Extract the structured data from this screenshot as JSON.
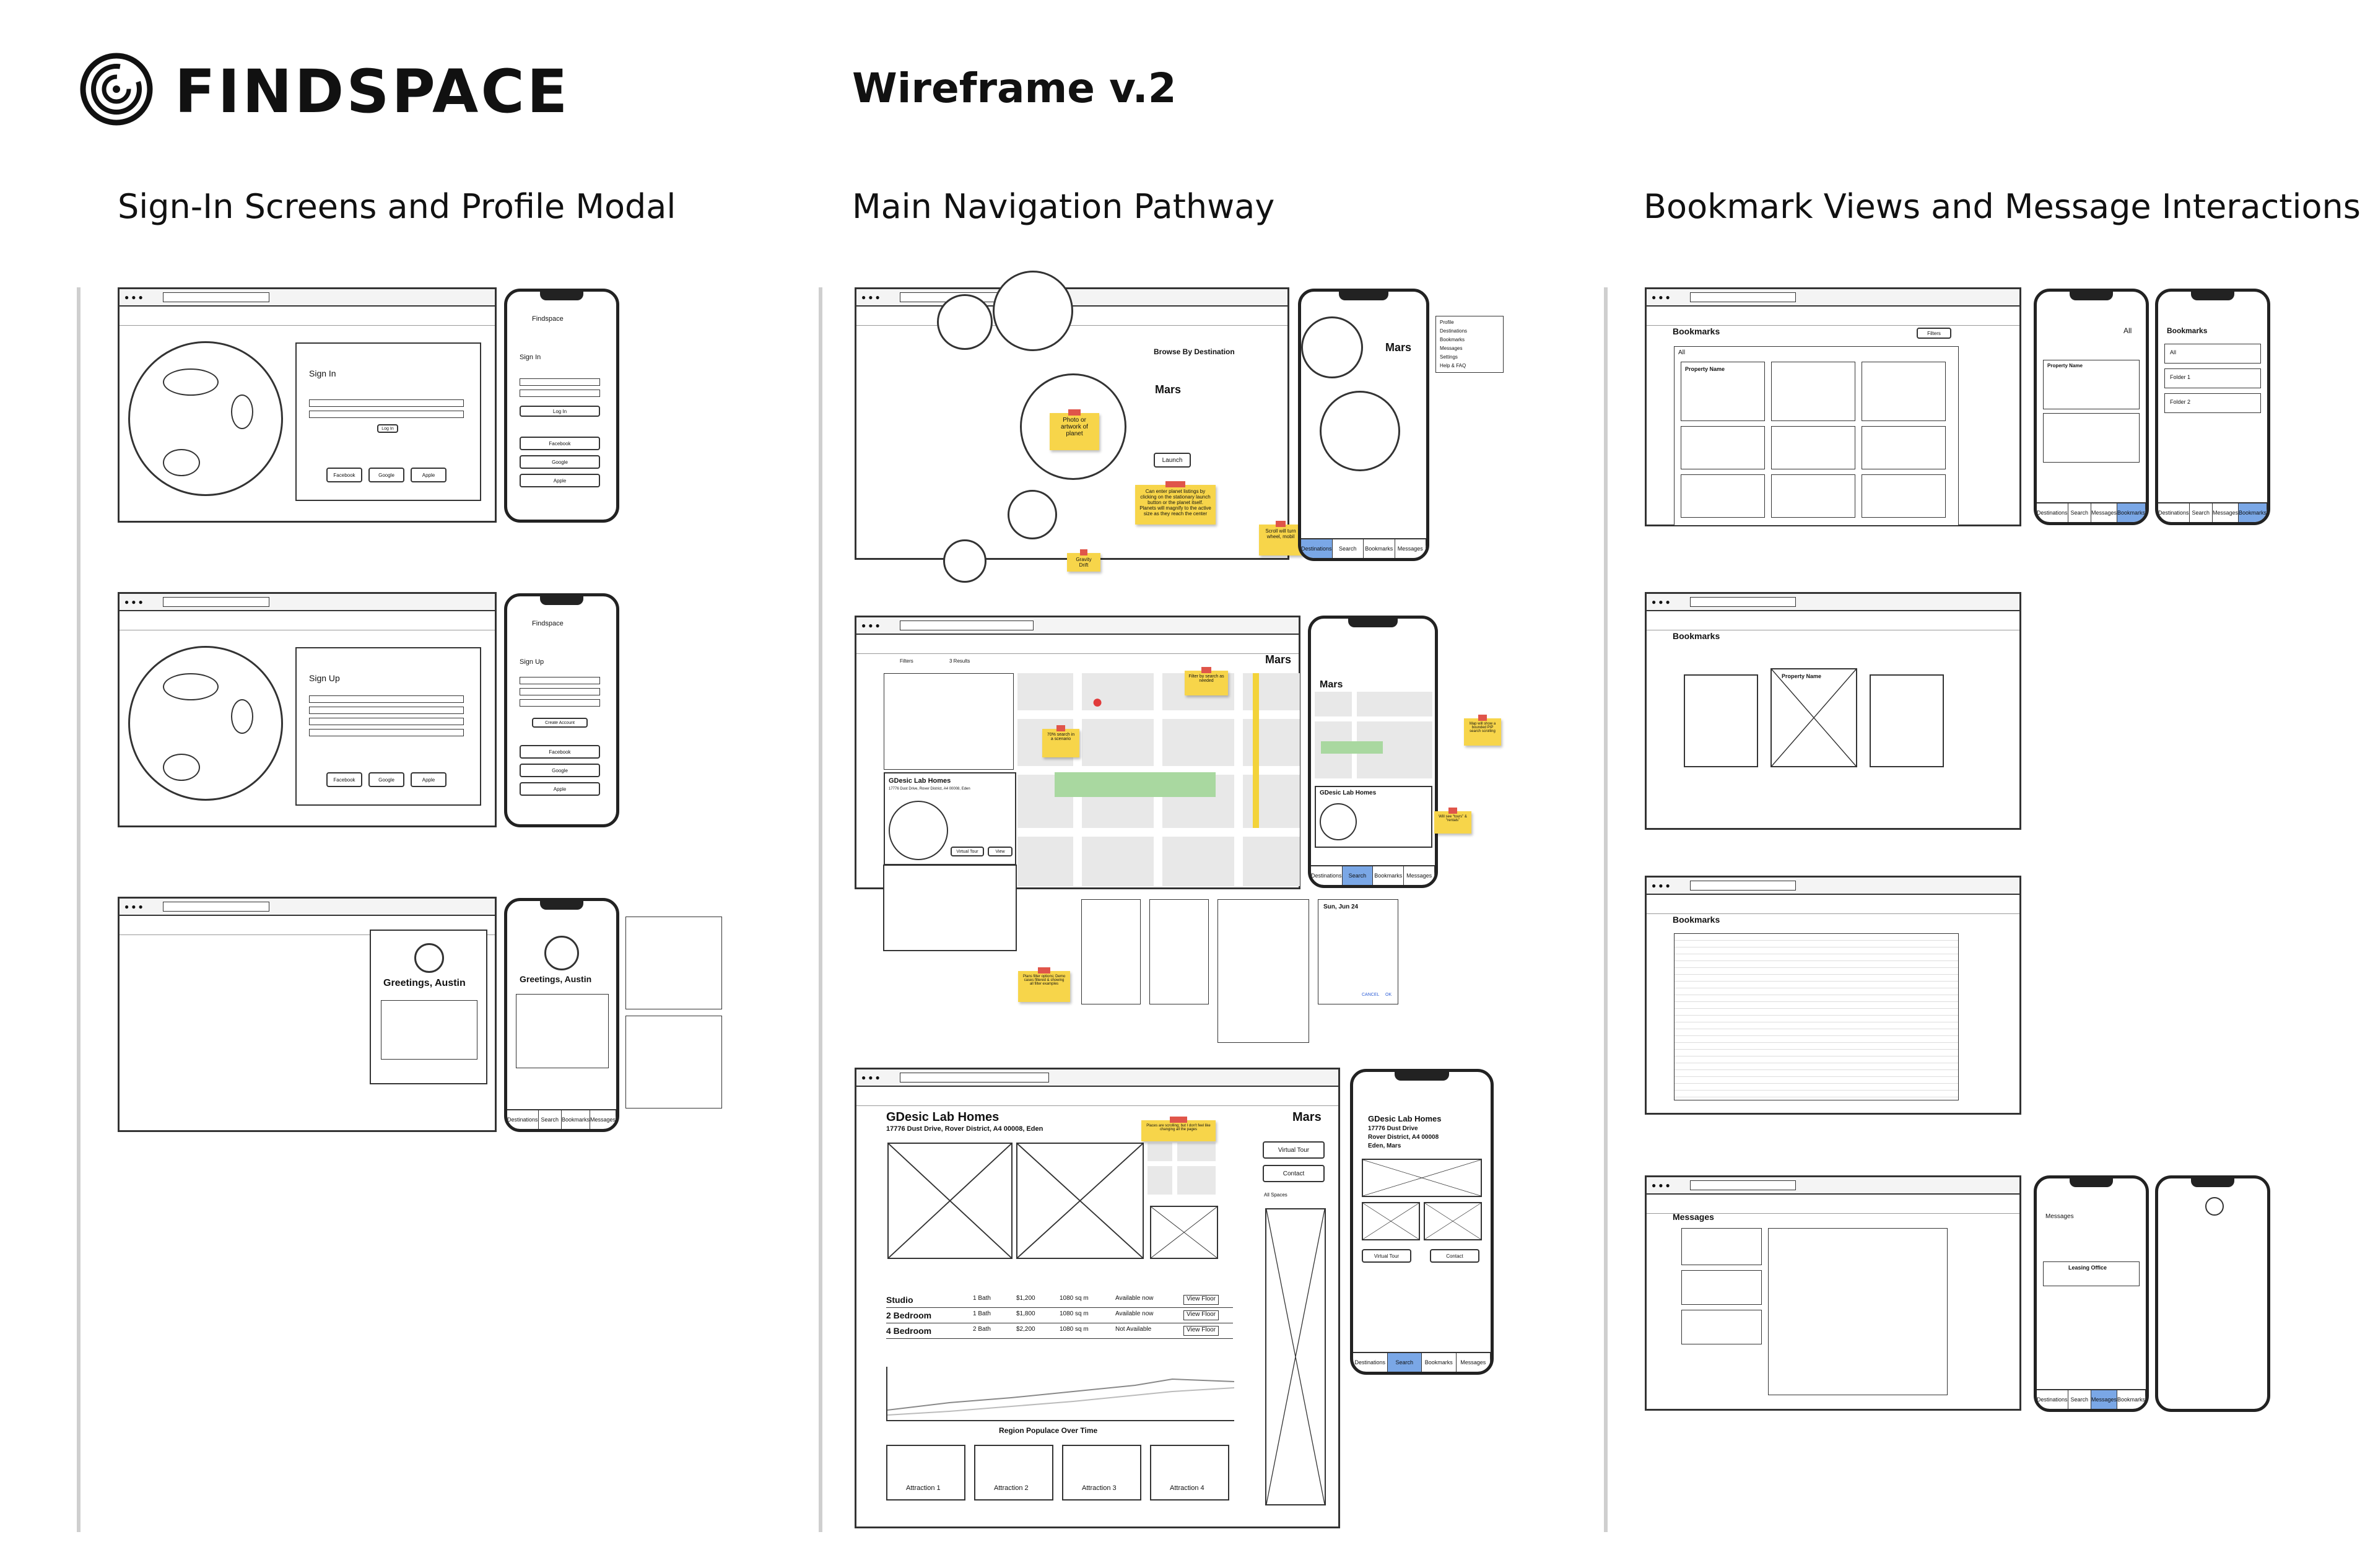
{
  "header": {
    "brand": "FINDSPACE",
    "doc_title": "Wireframe v.2"
  },
  "columns": {
    "left": "Sign-In Screens and Profile Modal",
    "middle": "Main Navigation Pathway",
    "right": "Bookmark Views and Message Interactions"
  },
  "signin": {
    "desktop_title": "Sign In",
    "mobile_brand": "Findspace",
    "mobile_title": "Sign In",
    "buttons": [
      "Facebook",
      "Google",
      "Apple"
    ],
    "login": "Log In"
  },
  "signup": {
    "desktop_title": "Sign Up",
    "mobile_brand": "Findspace",
    "mobile_title": "Sign Up",
    "buttons": [
      "Facebook",
      "Google",
      "Apple"
    ],
    "create": "Create Account"
  },
  "profile": {
    "greeting_desktop": "Greetings, Austin",
    "greeting_mobile": "Greetings, Austin",
    "tabs": [
      "Destinations",
      "Search",
      "Bookmarks",
      "Messages"
    ]
  },
  "main": {
    "browse_title": "Browse By Destination",
    "planet": "Mars",
    "launch": "Launch",
    "mobile_planet": "Mars",
    "mobile_tabs": [
      "Destinations",
      "Search",
      "Bookmarks",
      "Messages"
    ],
    "sticky_photo": "Photo or artwork of planet",
    "sticky_launch": "Can enter planet listings by clicking on the stationary launch button or the planet itself. Planets will magnify to the active size as they reach the center",
    "sticky_scroll": "Scroll will turn wheel, mobil",
    "sticky_gravity": "Gravity Drift",
    "side_menu": [
      "Profile",
      "Destinations",
      "Bookmarks",
      "Messages",
      "Settings",
      "Help & FAQ"
    ]
  },
  "search": {
    "filters": "Filters",
    "results": "3 Results",
    "planet": "Mars",
    "listing": "GDesic Lab Homes",
    "address": "17776 Dust Drive, Rover District, A4 00008, Eden",
    "virtual_tour": "Virtual Tour",
    "view": "View",
    "mobile_listing": "GDesic Lab Homes",
    "mobile_tabs": [
      "Destinations",
      "Search",
      "Bookmarks",
      "Messages"
    ],
    "calendar_month": "Sun, Jun 24",
    "cal_cancel": "CANCEL",
    "cal_ok": "OK",
    "sticky_filter": "Filter by search as needed",
    "sticky_pins": "70% search in a scenario",
    "sticky_mobile": "Map will show a bounded PIP search scrolling",
    "sticky_listing": "Will see “tours” & “rentals”",
    "sticky_dropdowns": "Plans filter options; Demo cases filtered & showing all filter examples"
  },
  "listing": {
    "name": "GDesic Lab Homes",
    "address": "17776 Dust Drive, Rover District, A4 00008, Eden",
    "planet": "Mars",
    "virtual_tour": "Virtual Tour",
    "contact": "Contact",
    "all_spaces": "All Spaces",
    "units": [
      {
        "name": "Studio",
        "bath": "1 Bath",
        "price": "$1,200",
        "area": "1080 sq m",
        "status": "Available now",
        "action": "View Floor"
      },
      {
        "name": "2 Bedroom",
        "bath": "1 Bath",
        "price": "$1,800",
        "area": "1080 sq m",
        "status": "Available now",
        "action": "View Floor"
      },
      {
        "name": "4 Bedroom",
        "bath": "2 Bath",
        "price": "$2,200",
        "area": "1080 sq m",
        "status": "Not Available",
        "action": "View Floor"
      }
    ],
    "chart_title": "Region Populace Over Time",
    "attractions": [
      "Attraction 1",
      "Attraction 2",
      "Attraction 3",
      "Attraction 4"
    ],
    "mobile_name": "GDesic Lab Homes",
    "mobile_addr1": "17776 Dust Drive",
    "mobile_addr2": "Rover District, A4 00008",
    "mobile_addr3": "Eden, Mars",
    "mobile_tabs": [
      "Destinations",
      "Search",
      "Bookmarks",
      "Messages"
    ],
    "sticky": "Places are scrolling; but I don't feel like changing all the pages"
  },
  "bookmarks": {
    "title": "Bookmarks",
    "all": "All",
    "property": "Property Name",
    "folder1": "Folder 1",
    "folder2": "Folder 2",
    "filters": "Filters",
    "mobile_tabs": [
      "Destinations",
      "Search",
      "Messages",
      "Bookmarks"
    ]
  },
  "messages": {
    "title": "Messages",
    "leasing": "Leasing Office",
    "mobile_tabs": [
      "Destinations",
      "Search",
      "Messages",
      "Bookmarks"
    ]
  }
}
